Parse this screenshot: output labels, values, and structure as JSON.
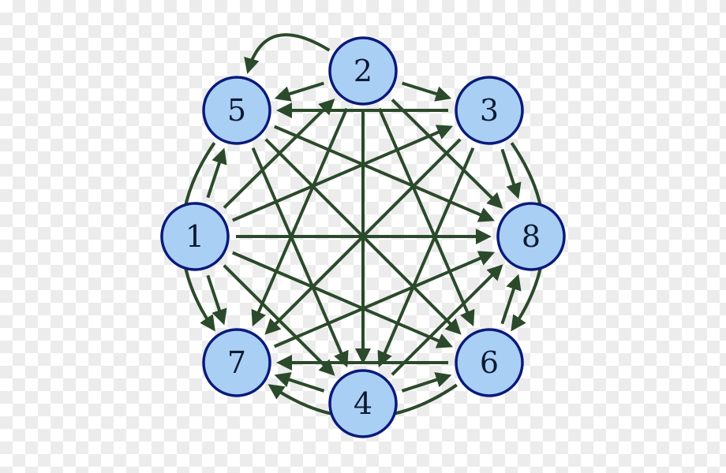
{
  "diagram": {
    "colors": {
      "edge": "#2b4a2b",
      "node_fill": "#a9cff5",
      "node_stroke": "#0a1a7a",
      "label": "#0b1a33"
    },
    "nodes": [
      {
        "id": "1",
        "label": "1"
      },
      {
        "id": "2",
        "label": "2"
      },
      {
        "id": "3",
        "label": "3"
      },
      {
        "id": "4",
        "label": "4"
      },
      {
        "id": "5",
        "label": "5"
      },
      {
        "id": "6",
        "label": "6"
      },
      {
        "id": "7",
        "label": "7"
      },
      {
        "id": "8",
        "label": "8"
      }
    ],
    "edges": [
      {
        "from": "1",
        "to": "5"
      },
      {
        "from": "1",
        "to": "7"
      },
      {
        "from": "1",
        "to": "8"
      },
      {
        "from": "1",
        "to": "2"
      },
      {
        "from": "1",
        "to": "3"
      },
      {
        "from": "1",
        "to": "4"
      },
      {
        "from": "1",
        "to": "6"
      },
      {
        "from": "2",
        "to": "5"
      },
      {
        "from": "2",
        "to": "3"
      },
      {
        "from": "2",
        "to": "4"
      },
      {
        "from": "2",
        "to": "7"
      },
      {
        "from": "2",
        "to": "8"
      },
      {
        "from": "2",
        "to": "6"
      },
      {
        "from": "3",
        "to": "8"
      },
      {
        "from": "3",
        "to": "7"
      },
      {
        "from": "3",
        "to": "5"
      },
      {
        "from": "3",
        "to": "4"
      },
      {
        "from": "5",
        "to": "8"
      },
      {
        "from": "5",
        "to": "6"
      },
      {
        "from": "5",
        "to": "4"
      },
      {
        "from": "6",
        "to": "8"
      },
      {
        "from": "6",
        "to": "7"
      },
      {
        "from": "4",
        "to": "7"
      },
      {
        "from": "4",
        "to": "6"
      },
      {
        "from": "4",
        "to": "8"
      },
      {
        "from": "7",
        "to": "8"
      },
      {
        "from": "2",
        "to": "5",
        "curved": true
      },
      {
        "from": "3",
        "to": "6",
        "curved": true
      },
      {
        "from": "5",
        "to": "7",
        "curved": true
      },
      {
        "from": "6",
        "to": "7",
        "curved": true
      }
    ]
  }
}
